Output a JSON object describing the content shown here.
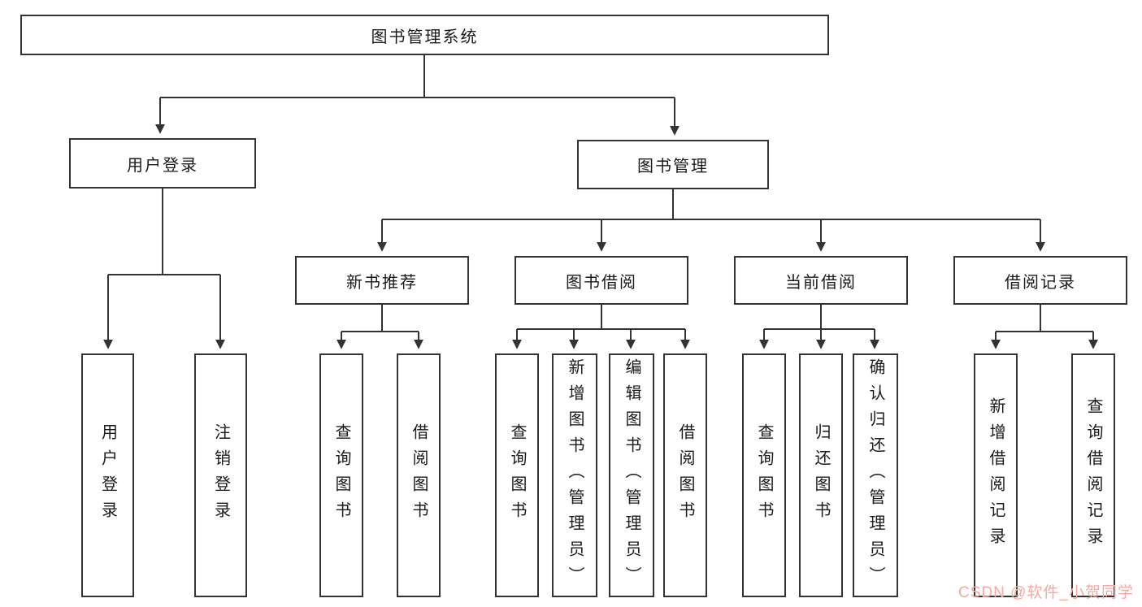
{
  "watermark": "CSDN @软件_小贺同学",
  "tree": {
    "root": "图书管理系统",
    "branches": [
      {
        "label": "用户登录",
        "children": [
          "用户登录",
          "注销登录"
        ]
      },
      {
        "label": "图书管理",
        "groups": [
          {
            "label": "新书推荐",
            "children": [
              "查询图书",
              "借阅图书"
            ]
          },
          {
            "label": "图书借阅",
            "children": [
              "查询图书",
              "新增图书（管理员）",
              "编辑图书（管理员）",
              "借阅图书"
            ]
          },
          {
            "label": "当前借阅",
            "children": [
              "查询图书",
              "归还图书",
              "确认归还（管理员）"
            ]
          },
          {
            "label": "借阅记录",
            "children": [
              "新增借阅记录",
              "查询借阅记录"
            ]
          }
        ]
      }
    ]
  },
  "colors": {
    "line": "#333333",
    "watermark": "#f9a8a0"
  }
}
